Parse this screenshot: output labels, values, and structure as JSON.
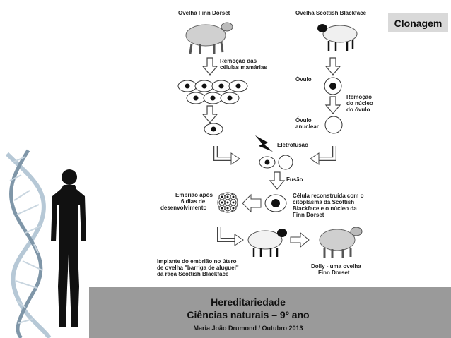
{
  "badge": "Clonagem",
  "diagram": {
    "sheep_finn": "Ovelha Finn Dorset",
    "sheep_scottish": "Ovelha Scottish Blackface",
    "removal_mammary": [
      "Remoção das",
      "células mamárias"
    ],
    "ovum": "Óvulo",
    "removal_nucleus": [
      "Remoção",
      "do núcleo",
      "do óvulo"
    ],
    "anucleate": [
      "Óvulo",
      "anuclear"
    ],
    "electrofusion": "Eletrofusão",
    "fusion": "Fusão",
    "embryo": [
      "Embrião após",
      "6 dias de",
      "desenvolvimento"
    ],
    "reconstructed": [
      "Célula reconstruída com o",
      "citoplasma da Scottish",
      "Blackface e o núcleo da",
      "Finn Dorset"
    ],
    "implant": [
      "Implante do embrião no útero",
      "de ovelha \"barriga de aluguel\"",
      "da raça Scottish Blackface"
    ],
    "dolly": [
      "Dolly - uma ovelha",
      "Finn Dorset"
    ]
  },
  "footer": {
    "title": "Hereditariedade",
    "subtitle": "Ciências naturais – 9º ano",
    "author": "Maria João Drumond / Outubro 2013"
  },
  "colors": {
    "badge_bg": "#d9d9d9",
    "footer_bg": "#9a9a9a"
  }
}
